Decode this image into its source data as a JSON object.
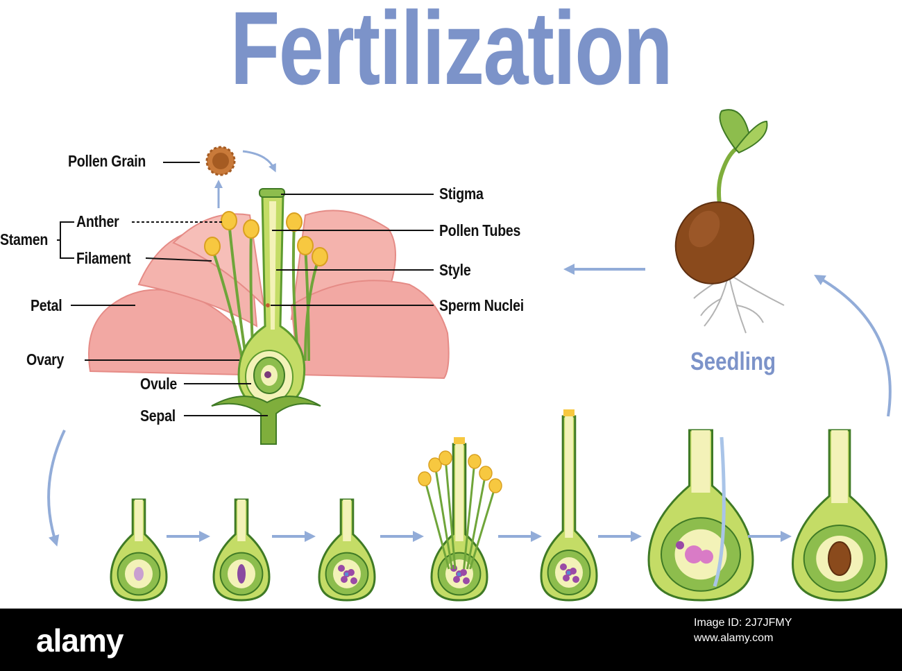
{
  "title": "Fertilization",
  "colors": {
    "title": "#7c93c9",
    "arrow": "#92acd8",
    "petal": "#f2a8a3",
    "petal_dark": "#e58b86",
    "green": "#7fae3c",
    "green_dark": "#3f7a25",
    "cream": "#f3f2b8",
    "anther": "#f7c840",
    "seed": "#8a4a1c",
    "footer_bg": "#000000",
    "footer_text": "#ffffff"
  },
  "labels": {
    "pollen_grain": "Pollen Grain",
    "anther": "Anther",
    "stamen": "Stamen",
    "filament": "Filament",
    "petal": "Petal",
    "ovary": "Ovary",
    "ovule": "Ovule",
    "sepal": "Sepal",
    "stigma": "Stigma",
    "pollen_tubes": "Pollen Tubes",
    "style": "Style",
    "sperm_nuclei": "Sperm Nuclei",
    "seedling": "Seedling"
  },
  "footer": {
    "logo": "alamy",
    "image_id_line1": "Image ID: 2J7JFMY",
    "image_id_line2": "www.alamy.com"
  }
}
